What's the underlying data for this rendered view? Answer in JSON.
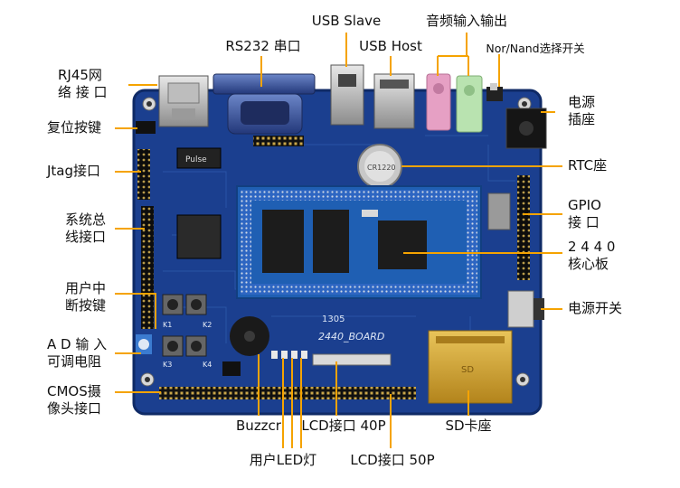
{
  "board": {
    "silkscreen_board": "2440_BOARD",
    "silkscreen_rev": "1305",
    "chip_brand": "Pulse",
    "battery_text": "CR1220",
    "sd_text": "SD",
    "k_labels": [
      "K1",
      "K2",
      "K3",
      "K4"
    ],
    "colors": {
      "pcb": "#1b3f8f",
      "pcb_edge": "#0f2a66",
      "core": "#1f5fb3",
      "trace": "#3a6fc0",
      "leader": "#f5a300",
      "gold": "#d4a62a",
      "audio_pink": "#e6a0c4",
      "audio_green": "#b9e3b0"
    }
  },
  "labels": {
    "usb_slave": "USB Slave",
    "audio_io": "音频输入输出",
    "rs232": "RS232 串口",
    "usb_host": "USB Host",
    "nor_nand": "Nor/Nand选择开关",
    "rj45_1": "RJ45网",
    "rj45_2": "络 接 口",
    "power_socket_1": "电源",
    "power_socket_2": "插座",
    "reset_key": "复位按键",
    "jtag": "Jtag接口",
    "rtc": "RTC座",
    "sysbus_1": "系统总",
    "sysbus_2": "线接口",
    "gpio_1": "GPIO",
    "gpio_2": "接  口",
    "core_1": "2 4 4 0",
    "core_2": "核心板",
    "userint_1": "用户中",
    "userint_2": "断按键",
    "power_switch": "电源开关",
    "ad_1": "A D 输 入",
    "ad_2": "可调电阻",
    "cmos_1": "CMOS摄",
    "cmos_2": "像头接口",
    "buzzer": "Buzzcr",
    "lcd40": "LCD接口 40P",
    "sd_socket": "SD卡座",
    "user_led": "用户LED灯",
    "lcd50": "LCD接口 50P"
  }
}
